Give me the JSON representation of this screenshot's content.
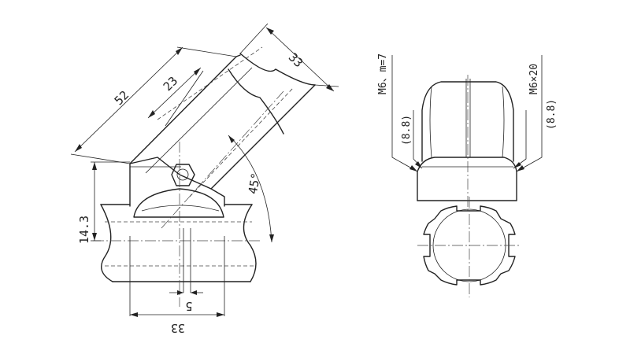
{
  "left_view": {
    "dim_length": "52",
    "dim_offset": "23",
    "dim_diameter_top": "33",
    "dim_height": "14.3",
    "dim_angle": "45°",
    "dim_small": "5",
    "dim_base_width": "33"
  },
  "right_view": {
    "label_nut": "M6、m=7",
    "label_bolt": "M6×20",
    "clearance_left": "(8.8)",
    "clearance_right": "(8.8)"
  }
}
